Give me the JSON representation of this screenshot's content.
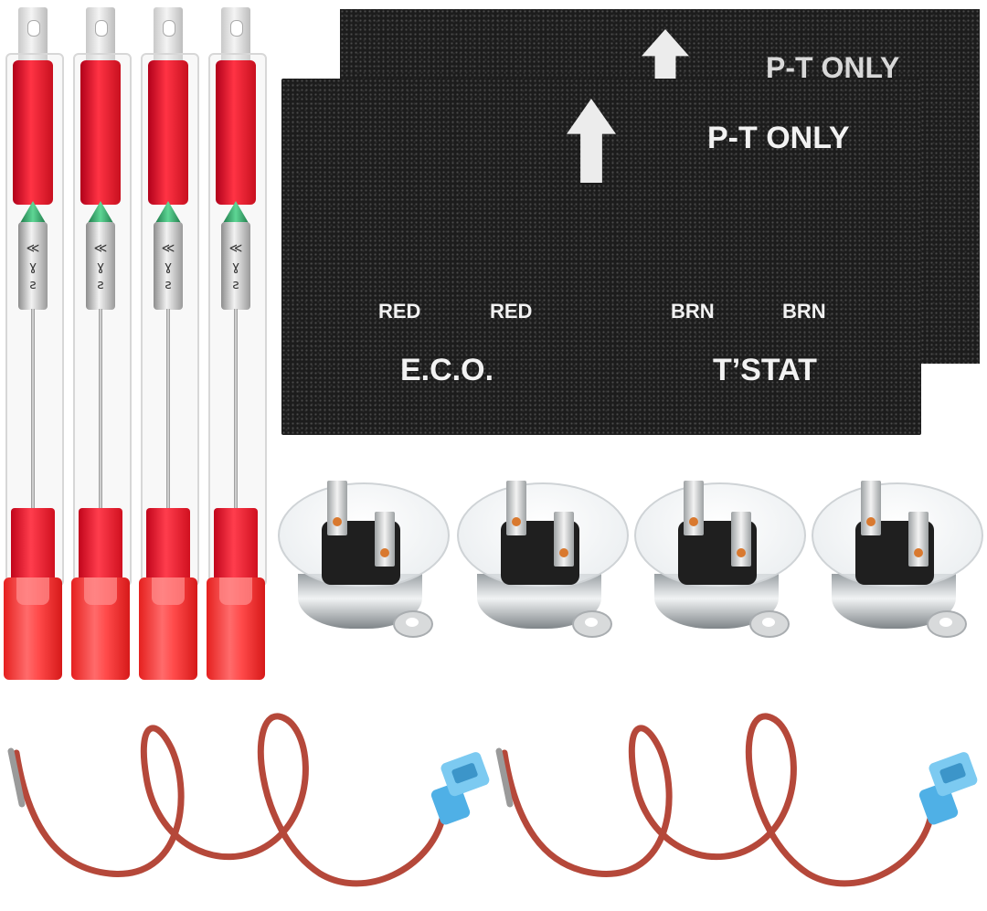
{
  "pad_labels": {
    "back_label": "P-T ONLY",
    "front_label": "P-T ONLY",
    "red_1": "RED",
    "red_2": "RED",
    "brn_1": "BRN",
    "brn_2": "BRN",
    "eco": "E.C.O.",
    "tstat": "T’STAT"
  },
  "colors": {
    "pad": "#1c1c1c",
    "fuse_red": "#e0142a",
    "wire_brown": "#b5483a",
    "connector_blue": "#4fb0e6"
  },
  "icons": {
    "pad_arrow": "up-arrow-icon"
  }
}
